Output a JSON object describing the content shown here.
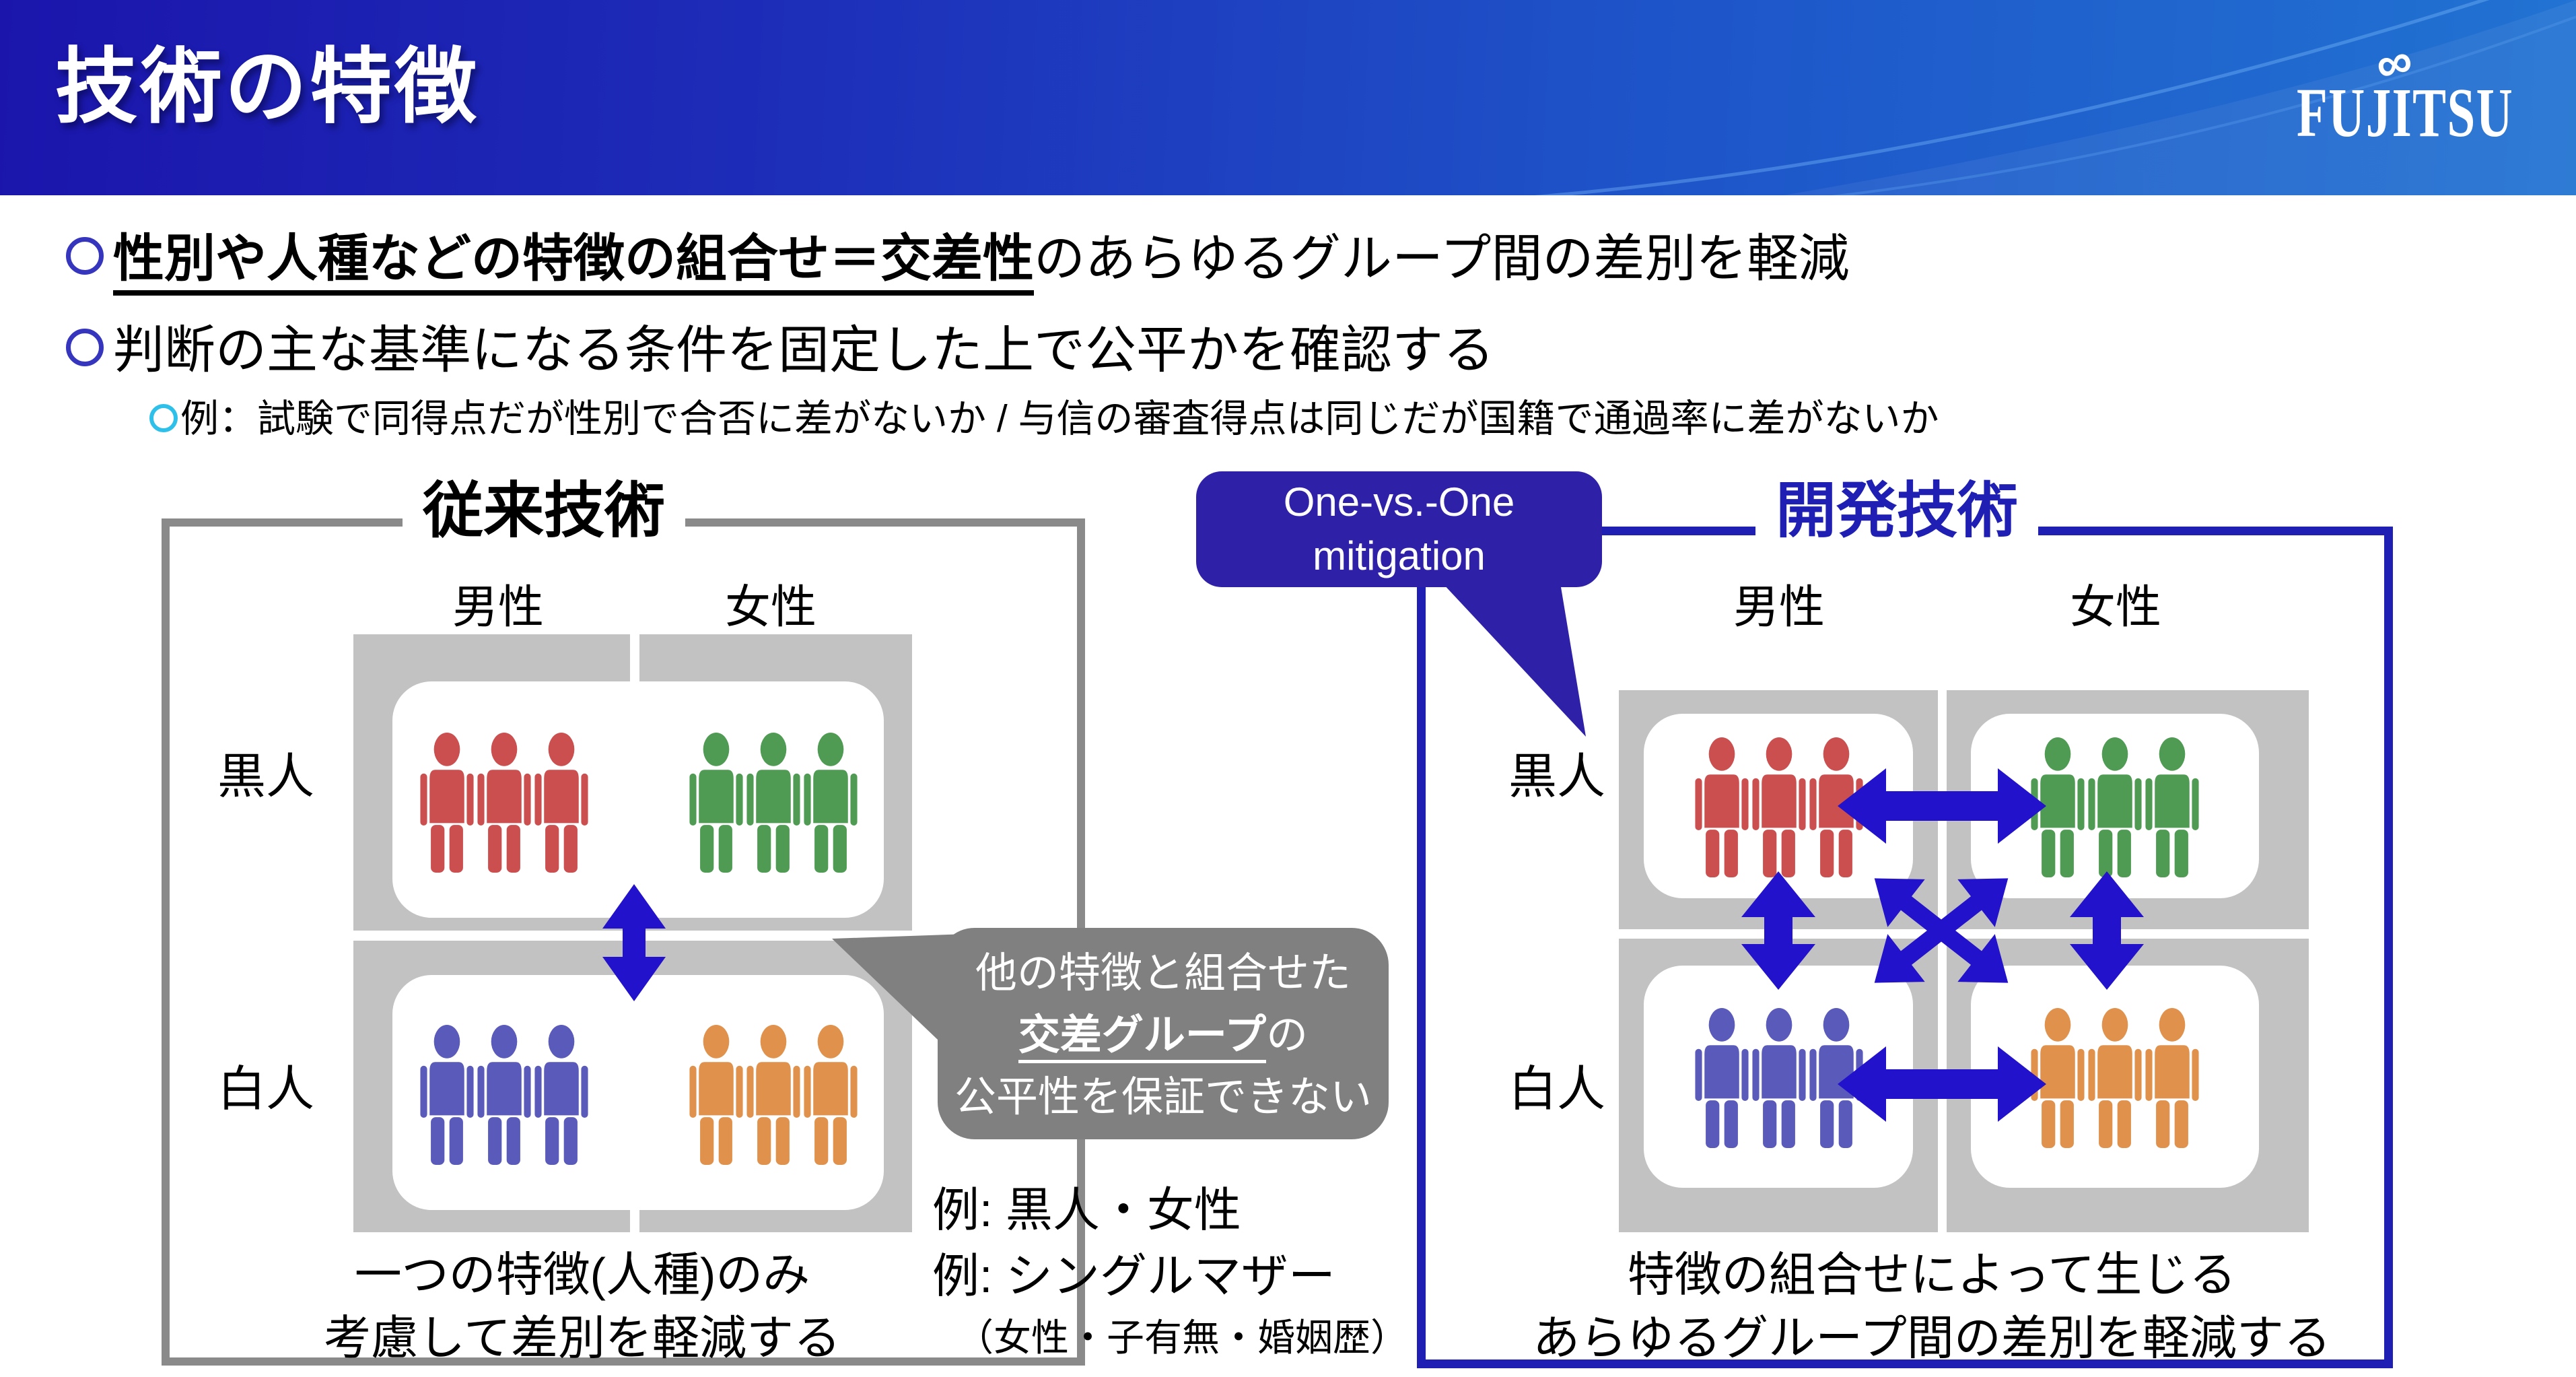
{
  "header": {
    "title": "技術の特徴",
    "logo": "FUJITSU",
    "logo_mark": "∞"
  },
  "bullets": {
    "item1_bold": "性別や人種などの特徴の組合せ＝交差性",
    "item1_rest": "のあらゆるグループ間の差別を軽減",
    "item2": "判断の主な基準になる条件を固定した上で公平かを確認する",
    "example": "例：試験で同得点だが性別で合否に差がないか / 与信の審査得点は同じだが国籍で通過率に差がないか"
  },
  "conventional": {
    "title": "従来技術",
    "col_male": "男性",
    "col_female": "女性",
    "row_black": "黒人",
    "row_white": "白人",
    "caption1": "一つの特徴(人種)のみ",
    "caption2": "考慮して差別を軽減する"
  },
  "developed": {
    "title": "開発技術",
    "bubble_line1": "One-vs.-One",
    "bubble_line2": "mitigation",
    "col_male": "男性",
    "col_female": "女性",
    "row_black": "黒人",
    "row_white": "白人",
    "caption1": "特徴の組合せによって生じる",
    "caption2": "あらゆるグループ間の差別を軽減する"
  },
  "callout": {
    "line1": "他の特徴と組合せた",
    "line2_bold": "交差グループ",
    "line2_rest": "の",
    "line3": "公平性を保証できない"
  },
  "examples": {
    "line1": "例: 黒人・女性",
    "line2": "例: シングルマザー",
    "line3": "（女性・子有無・婚姻歴）"
  },
  "colors": {
    "header_gradient_from": "#1b15ac",
    "header_gradient_to": "#2173d2",
    "accent_blue": "#1f1fb4",
    "arrow": "#2312cc",
    "bubble_indigo": "#2f20a8",
    "grid_gray": "#c2c2c2",
    "frame_gray": "#8a8a8a",
    "callout_gray": "#808080",
    "bullet_blue": "#3535be",
    "bullet_cyan": "#2fc0ea",
    "people": {
      "black_male": "#cc4f50",
      "black_female": "#4f9b53",
      "white_male": "#5a5aba",
      "white_female": "#e0914c"
    }
  },
  "diagram": {
    "people_groups": {
      "conv_black_male": {
        "color": "black_male",
        "count": 3
      },
      "conv_black_female": {
        "color": "black_female",
        "count": 3
      },
      "conv_white_male": {
        "color": "white_male",
        "count": 3
      },
      "conv_white_female": {
        "color": "white_female",
        "count": 3
      },
      "dev_black_male": {
        "color": "black_male",
        "count": 3
      },
      "dev_black_female": {
        "color": "black_female",
        "count": 3
      },
      "dev_white_male": {
        "color": "white_male",
        "count": 3
      },
      "dev_white_female": {
        "color": "white_female",
        "count": 3
      }
    }
  }
}
